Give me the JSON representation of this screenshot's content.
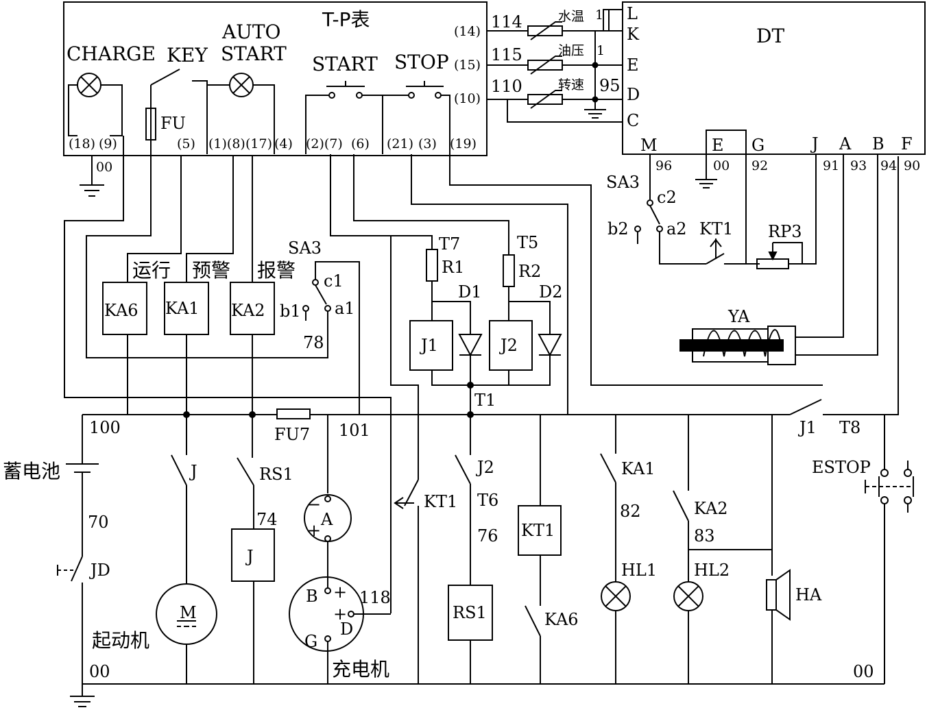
{
  "panel": {
    "title": "T-P表",
    "charge": "CHARGE",
    "key": "KEY",
    "auto1": "AUTO",
    "auto2": "START",
    "start": "START",
    "stop": "STOP",
    "fu": "FU",
    "terminals": [
      "(18)",
      "(9)",
      "(5)",
      "(1)(8)",
      "(17)",
      "(4)",
      "(2)(7)",
      "(6)",
      "(21)",
      "(3)",
      "(19)"
    ],
    "right_terminals": [
      "(14)",
      "(15)",
      "(10)"
    ]
  },
  "sensors": {
    "w114": "114",
    "w115": "115",
    "w110": "110",
    "water": "水温",
    "oil": "油压",
    "speed": "转速",
    "one_a": "1",
    "one_b": "1",
    "n95": "95"
  },
  "dt": {
    "title": "DT",
    "pins_right": [
      "L",
      "K",
      "E",
      "D",
      "C"
    ],
    "pins_bottom": [
      "M",
      "E",
      "G",
      "J",
      "A",
      "B",
      "F"
    ],
    "wires": [
      "96",
      "00",
      "92",
      "91",
      "93",
      "94",
      "90"
    ]
  },
  "sa3_upper": {
    "name": "SA3",
    "c2": "c2",
    "b2": "b2",
    "a2": "a2",
    "kt1": "KT1",
    "rp3": "RP3"
  },
  "ya": "YA",
  "relays": {
    "ka6_tag": "运行",
    "ka1_tag": "预警",
    "ka2_tag": "报警",
    "ka6": "KA6",
    "ka1": "KA1",
    "ka2": "KA2",
    "sa3": "SA3",
    "c1": "c1",
    "b1": "b1",
    "a1": "a1",
    "n78": "78"
  },
  "jcircuit": {
    "t7": "T7",
    "r1": "R1",
    "t5": "T5",
    "r2": "R2",
    "d1": "D1",
    "d2": "D2",
    "j1": "J1",
    "j2": "J2",
    "t1": "T1"
  },
  "bus": {
    "n100": "100",
    "fu7": "FU7",
    "n101": "101",
    "j1": "J1",
    "t8": "T8"
  },
  "lower": {
    "battery": "蓄电池",
    "n70": "70",
    "jd": "JD",
    "starter": "起动机",
    "motor": "M",
    "n00l": "00",
    "n00r": "00",
    "j": "J",
    "rs1": "RS1",
    "n74": "74",
    "jcoil": "J",
    "ammeter": "A",
    "minus": "−",
    "plus": "+",
    "gen_b": "B",
    "gen_plus1": "+",
    "gen_plus2": "+",
    "gen_d": "D",
    "gen_g": "G",
    "n118": "118",
    "charger": "充电机",
    "kt1": "KT1",
    "j2": "J2",
    "t6": "T6",
    "n76": "76",
    "rs1coil": "RS1",
    "kt1coil": "KT1",
    "ka6": "KA6",
    "ka1": "KA1",
    "n82": "82",
    "hl1": "HL1",
    "ka2": "KA2",
    "n83": "83",
    "hl2": "HL2",
    "ha": "HA",
    "estop": "ESTOP"
  }
}
